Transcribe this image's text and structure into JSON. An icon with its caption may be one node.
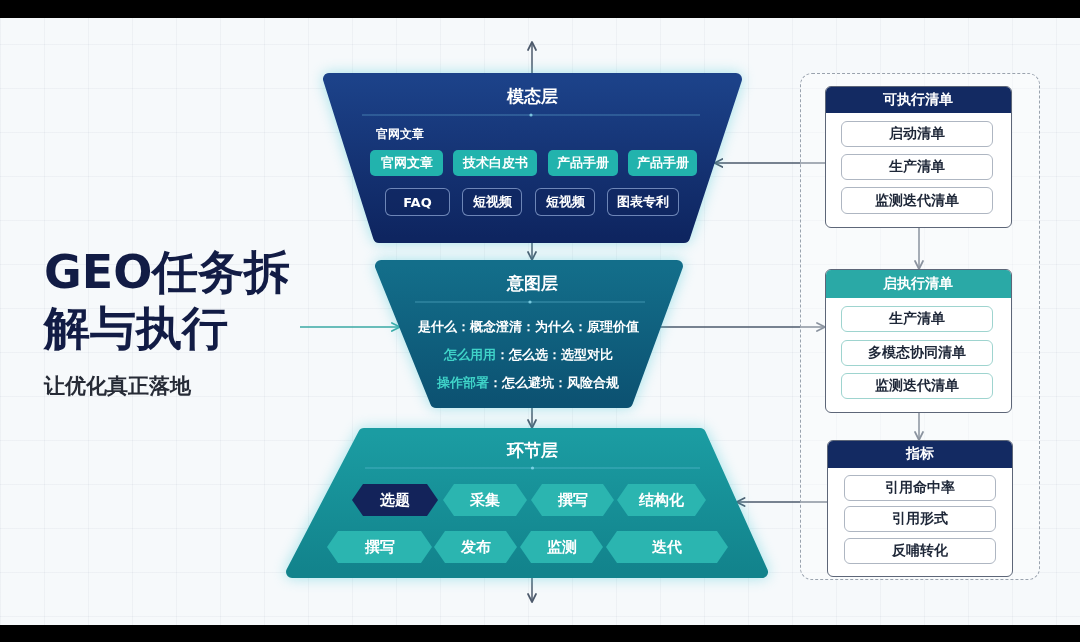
{
  "diagram": {
    "nodes": [
      {
        "text": [
          "GEO任务拆解与执行",
          "让优化真正落地"
        ]
      },
      {
        "text": [
          "模态层",
          "官网文章"
        ]
      },
      {
        "text": [
          "官网文章"
        ],
        "in": 1
      },
      {
        "text": [
          "技术白皮书"
        ],
        "in": 1
      },
      {
        "text": [
          "产品手册"
        ],
        "in": 1
      },
      {
        "text": [
          "产品手册"
        ],
        "in": 1
      },
      {
        "text": [
          "FAQ"
        ],
        "in": 1
      },
      {
        "text": [
          "短视频"
        ],
        "in": 1
      },
      {
        "text": [
          "短视频"
        ],
        "in": 1
      },
      {
        "text": [
          "图表专利"
        ],
        "in": 1
      },
      {
        "text": [
          "意图层",
          "是什么：概念澄清：为什么：原理价值",
          "**怎么用用**：怎么选：选型对比",
          "**操作部署**：怎么避坑：风险合规"
        ]
      },
      {
        "text": [
          "环节层"
        ]
      },
      {
        "text": [
          "选题"
        ],
        "in": 11
      },
      {
        "text": [
          "采集"
        ],
        "in": 11
      },
      {
        "text": [
          "撰写"
        ],
        "in": 11
      },
      {
        "text": [
          "结构化"
        ],
        "in": 11
      },
      {
        "text": [
          "撰写"
        ],
        "in": 11
      },
      {
        "text": [
          "发布"
        ],
        "in": 11
      },
      {
        "text": [
          "监测"
        ],
        "in": 11
      },
      {
        "text": [
          "迭代"
        ],
        "in": 11
      },
      {
        "text": [],
        "shape": "box"
      },
      {
        "text": [
          "可执行清单"
        ],
        "in": 20
      },
      {
        "text": [
          "启动清单"
        ],
        "in": 21
      },
      {
        "text": [
          "生产清单"
        ],
        "in": 21
      },
      {
        "text": [
          "监测迭代清单"
        ],
        "in": 21
      },
      {
        "text": [
          "启执行清单"
        ],
        "in": 20
      },
      {
        "text": [
          "生产清单"
        ],
        "in": 25
      },
      {
        "text": [
          "多模态协同清单"
        ],
        "in": 25
      },
      {
        "text": [
          "监测迭代清单"
        ],
        "in": 25
      },
      {
        "text": [
          "指标"
        ],
        "in": 20
      },
      {
        "text": [
          "引用命中率"
        ],
        "in": 29
      },
      {
        "text": [
          "引用形式"
        ],
        "in": 29
      },
      {
        "text": [
          "反哺转化"
        ],
        "in": 29
      }
    ],
    "edges": [
      {
        "from": 1,
        "to": null,
        "arrow": "to"
      },
      {
        "from": 21,
        "to": 1,
        "arrow": "to"
      },
      {
        "from": 1,
        "to": 10,
        "arrow": "to"
      },
      {
        "from": 0,
        "to": 10,
        "arrow": "to",
        "color": "#3aa9a5"
      },
      {
        "from": 10,
        "to": 25,
        "arrow": "to"
      },
      {
        "from": 21,
        "to": 25,
        "arrow": "to"
      },
      {
        "from": 25,
        "to": 29,
        "arrow": "to"
      },
      {
        "from": 10,
        "to": 11,
        "arrow": "to"
      },
      {
        "from": 29,
        "to": 11,
        "arrow": "to"
      },
      {
        "from": 11,
        "to": null,
        "arrow": "to"
      }
    ]
  }
}
